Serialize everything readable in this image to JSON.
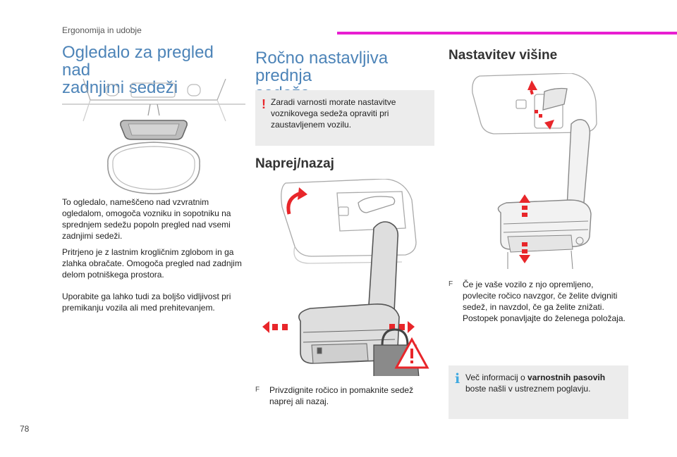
{
  "header": {
    "section": "Ergonomija in udobje",
    "accent_color": "#e81ed1"
  },
  "page_number": "78",
  "mirror": {
    "title_line1": "Ogledalo za pregled nad",
    "title_line2": "zadnjimi sedeži",
    "para1": "To ogledalo, nameščeno nad vzvratnim ogledalom, omogoča vozniku in sopotniku na sprednjem sedežu popoln pregled nad vsemi zadnjimi sedeži.",
    "para2": "Pritrjeno je z lastnim krogličnim zglobom in ga zlahka obračate. Omogoča pregled nad zadnjim delom potniškega prostora.",
    "para3": "Uporabite ga lahko tudi za boljšo vidljivost pri premikanju vozila ali med prehitevanjem."
  },
  "seats": {
    "title_line1": "Ročno nastavljiva prednja",
    "title_line2": "sedeža",
    "warning_mark": "!",
    "warning_text": "Zaradi varnosti morate nastavitve voznikovega sedeža opraviti pri zaustavljenem vozilu.",
    "forward_title": "Naprej/nazaj",
    "forward_bullet_mark": "F",
    "forward_instruction": "Privzdignite ročico in pomaknite sedež naprej ali nazaj."
  },
  "height": {
    "title": "Nastavitev višine",
    "bullet_mark": "F",
    "instruction": "Če je vaše vozilo z njo opremljeno, povlecite ročico navzgor, če želite dvigniti sedež, in navzdol, če ga želite znižati. Postopek ponavljajte do želenega položaja.",
    "info_mark": "i",
    "info_prefix": "Več informacij o ",
    "info_bold": "varnostnih pasovih",
    "info_suffix": " boste našli v ustreznem poglavju."
  },
  "colors": {
    "title_blue": "#4d84b8",
    "arrow_red": "#e8262a",
    "info_blue": "#3fa9e0"
  },
  "icons": [
    "mirror-illustration",
    "seat-slide-illustration",
    "seat-height-illustration",
    "warning-triangle-icon",
    "arrow-icon"
  ]
}
